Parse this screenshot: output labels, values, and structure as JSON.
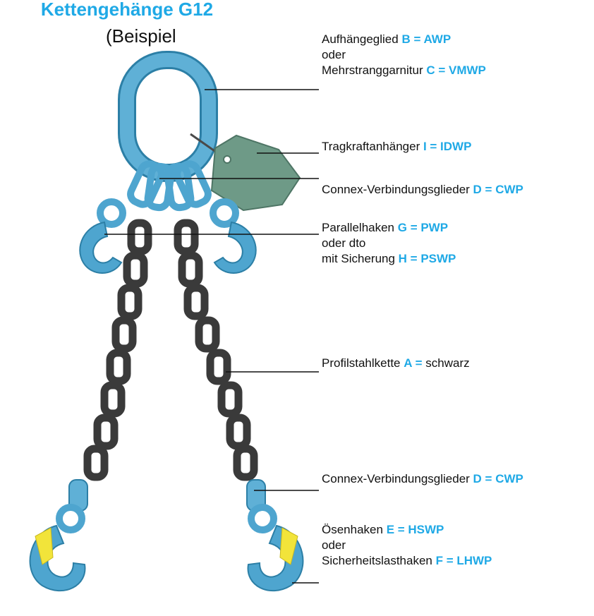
{
  "title": "Kettengehänge G12",
  "subtitle": "(Beispiel",
  "colors": {
    "accent": "#1fa9e6",
    "component": "#5fb0d6",
    "chain": "#3a3a3a",
    "tag": "#6e9a87",
    "safety_latch": "#f2e43a"
  },
  "labels": [
    {
      "lines": [
        {
          "text": "Aufhängeglied ",
          "code": "B = AWP",
          "suffix": ""
        },
        {
          "text": "oder",
          "code": "",
          "suffix": ""
        },
        {
          "text": "Mehrstranggarnitur ",
          "code": "C = VMWP",
          "suffix": ""
        }
      ]
    },
    {
      "lines": [
        {
          "text": "Tragkraftanhänger ",
          "code": "I = IDWP",
          "suffix": ""
        }
      ]
    },
    {
      "lines": [
        {
          "text": "Connex-Verbindungsglieder ",
          "code": "D = CWP",
          "suffix": ""
        }
      ]
    },
    {
      "lines": [
        {
          "text": "Parallelhaken ",
          "code": "G = PWP",
          "suffix": ""
        },
        {
          "text": "oder dto",
          "code": "",
          "suffix": ""
        },
        {
          "text": "mit Sicherung ",
          "code": "H = PSWP",
          "suffix": ""
        }
      ]
    },
    {
      "lines": [
        {
          "text": "Profilstahlkette ",
          "code": "A =",
          "suffix": " schwarz"
        }
      ]
    },
    {
      "lines": [
        {
          "text": "Connex-Verbindungsglieder ",
          "code": "D = CWP",
          "suffix": ""
        }
      ]
    },
    {
      "lines": [
        {
          "text": "Ösenhaken ",
          "code": "E = HSWP",
          "suffix": ""
        },
        {
          "text": "oder",
          "code": "",
          "suffix": ""
        },
        {
          "text": "Sicherheitslasthaken ",
          "code": "F = LHWP",
          "suffix": ""
        }
      ]
    }
  ]
}
